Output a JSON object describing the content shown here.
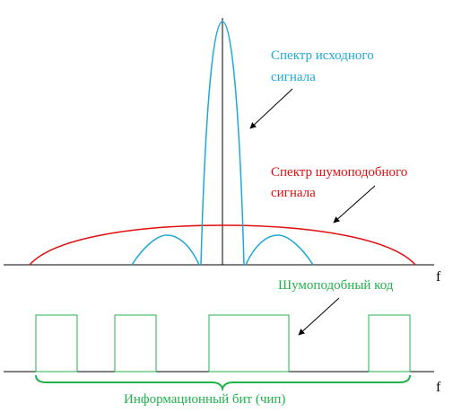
{
  "labels": {
    "original_spectrum_line1": "Спектр исходного",
    "original_spectrum_line2": "сигнала",
    "noise_spectrum_line1": "Спектр шумоподобного",
    "noise_spectrum_line2": "сигнала",
    "noise_code": "Шумоподобный код",
    "info_bit": "Информационный бит (чип)",
    "axis_f_top": "f",
    "axis_f_bottom": "f"
  },
  "colors": {
    "original_spectrum": "#1ea8d8",
    "noise_spectrum": "#e01010",
    "noise_code": "#22b14c",
    "axis": "#000000"
  },
  "icons": {
    "arrows": [
      "pointer-arrow-icon",
      "pointer-arrow-icon",
      "pointer-arrow-icon"
    ]
  }
}
